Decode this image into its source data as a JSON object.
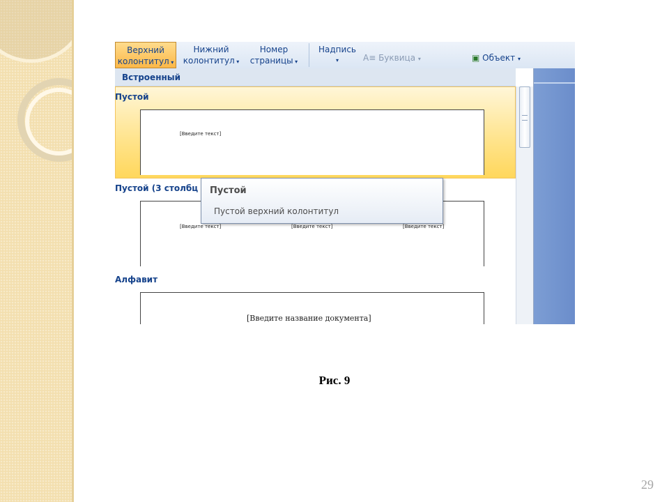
{
  "ribbon": {
    "header_button_line1": "Верхний",
    "header_button_line2": "колонтитул",
    "footer_button_line1": "Нижний",
    "footer_button_line2": "колонтитул",
    "page_number_line1": "Номер",
    "page_number_line2": "страницы",
    "textbox_label": "Надпись",
    "dropcap_label": "Буквица",
    "object_label": "Объект"
  },
  "gallery": {
    "section_title": "Встроенный",
    "items": [
      {
        "label": "Пустой",
        "placeholder": "[Введите текст]"
      },
      {
        "label": "Пустой (3 столбц",
        "placeholders": [
          "[Введите текст]",
          "[Введите текст]",
          "[Введите текст]"
        ]
      },
      {
        "label": "Алфавит",
        "placeholder": "[Введите название документа]"
      }
    ]
  },
  "tooltip": {
    "title": "Пустой",
    "description": "Пустой верхний колонтитул"
  },
  "caption": "Рис. 9",
  "page_number": "29"
}
